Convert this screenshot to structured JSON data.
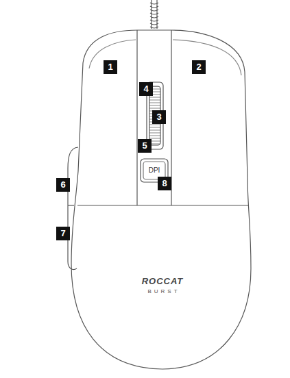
{
  "diagram": {
    "labels": [
      "1",
      "2",
      "4",
      "3",
      "5",
      "DPI",
      "8",
      "6",
      "7",
      "ROCCAT",
      "BURST"
    ]
  }
}
